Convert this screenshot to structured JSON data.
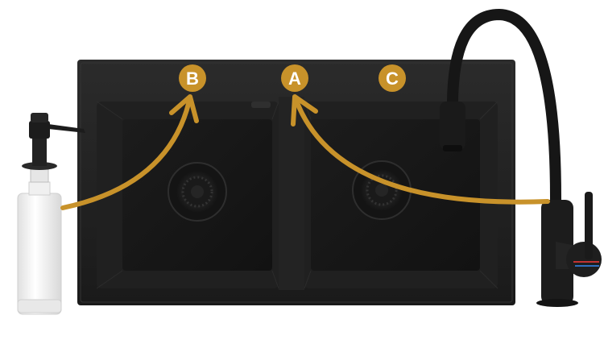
{
  "markers": [
    {
      "id": "B",
      "label": "B"
    },
    {
      "id": "A",
      "label": "A"
    },
    {
      "id": "C",
      "label": "C"
    }
  ],
  "colors": {
    "accent": "#c8922a",
    "sink": "#1e1e1e",
    "sink_rim": "#2a2a2a",
    "basin": "#161616",
    "faucet": "#1a1a1a",
    "bottle": "#f4f4f4",
    "background": "#ffffff"
  },
  "icons": {
    "soap_dispenser": "soap-dispenser-icon",
    "faucet": "faucet-icon",
    "drain": "drain-strainer-icon"
  }
}
